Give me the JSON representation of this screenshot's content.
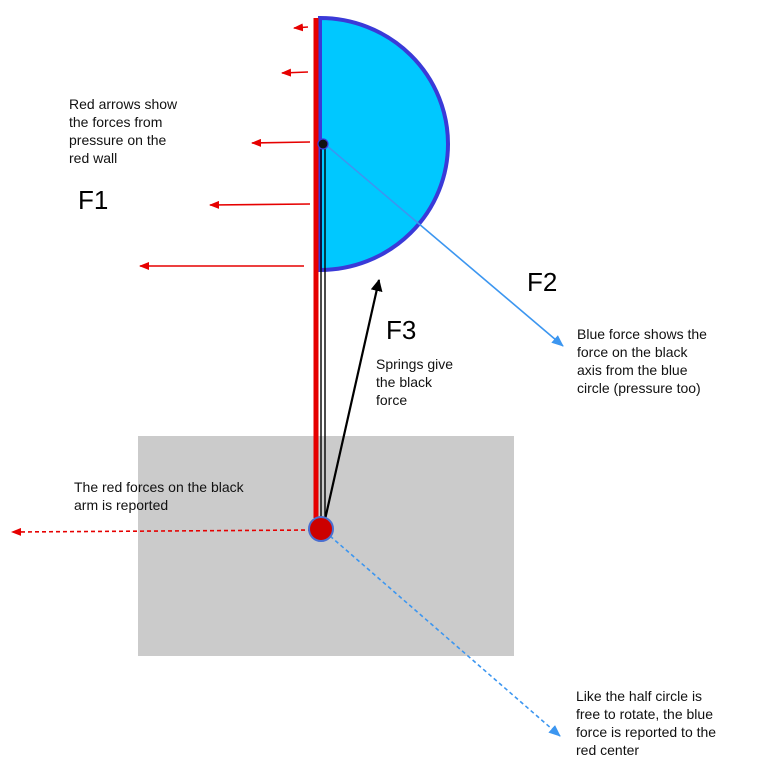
{
  "colors": {
    "red": "#e60000",
    "blue": "#3c96f0",
    "cyan_fill": "#00c8ff",
    "cyan_border": "#3a3ad8",
    "gray_block": "#cbcbcb",
    "black": "#000000",
    "pivot_fill": "#cc0000",
    "pivot_border": "#4a6fd0"
  },
  "labels": {
    "f1": "F1",
    "f2": "F2",
    "f3": "F3"
  },
  "notes": {
    "red_arrows": [
      "Red arrows show",
      "the forces from",
      "pressure on the",
      "red wall"
    ],
    "blue_force": [
      "Blue force shows the",
      "force on the black",
      "axis from the blue",
      "circle (pressure too)"
    ],
    "springs": [
      "Springs give",
      "the black",
      "force"
    ],
    "red_reported": [
      "The red forces on the black",
      "arm is reported"
    ],
    "blue_reported": [
      "Like the half circle is",
      "free to rotate, the blue",
      "force is reported to the",
      "red center"
    ]
  }
}
